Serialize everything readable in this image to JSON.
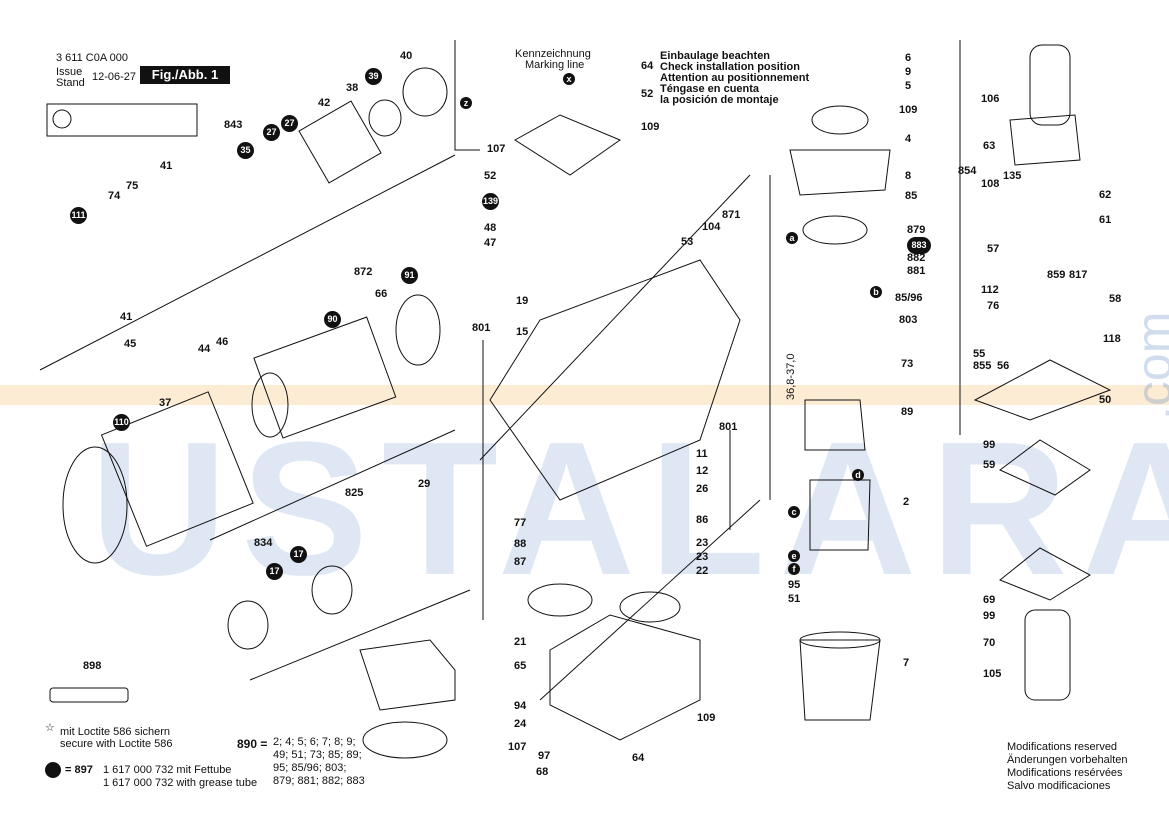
{
  "header": {
    "doc_number": "3 611 C0A 000",
    "issue_label": "Issue",
    "stand_label": "Stand",
    "issue_date": "12-06-27",
    "fig_label": "Fig./Abb. 1"
  },
  "marking": {
    "label_de": "Kennzeichnung",
    "label_en": "Marking line",
    "notes": [
      "Einbaulage beachten",
      "Check installation position",
      "Attention au positionnement",
      "Téngase en cuenta",
      "la posición de montaje"
    ]
  },
  "part_numbers": [
    "40",
    "39",
    "38",
    "42",
    "27",
    "27",
    "843",
    "35",
    "41",
    "74",
    "75",
    "111",
    "872",
    "91",
    "66",
    "90",
    "41",
    "45",
    "44",
    "46",
    "37",
    "110",
    "825",
    "29",
    "834",
    "17",
    "17",
    "64",
    "52",
    "107",
    "52",
    "139",
    "48",
    "47",
    "53",
    "104",
    "871",
    "19",
    "15",
    "801",
    "801",
    "11",
    "12",
    "26",
    "86",
    "77",
    "88",
    "87",
    "23",
    "23",
    "22",
    "21",
    "65",
    "94",
    "24",
    "107",
    "97",
    "68",
    "64",
    "109",
    "109",
    "6",
    "9",
    "5",
    "109",
    "4",
    "8",
    "85",
    "879",
    "883",
    "882",
    "881",
    "85/96",
    "803",
    "73",
    "89",
    "2",
    "95",
    "51",
    "7",
    "854",
    "108",
    "135",
    "62",
    "61",
    "57",
    "106",
    "63",
    "112",
    "76",
    "859",
    "817",
    "58",
    "118",
    "55",
    "855",
    "56",
    "50",
    "99",
    "59",
    "69",
    "99",
    "70",
    "105"
  ],
  "dimension": "36,8-37,0",
  "circled_letters": [
    "a",
    "b",
    "c",
    "d",
    "e",
    "f",
    "x",
    "z"
  ],
  "legend": {
    "tube_part": "898",
    "loctite_de": "mit Loctite 586 sichern",
    "loctite_en": "secure with Loctite 586",
    "grease_ref": "= 897",
    "grease_de": "1 617 000 732 mit Fettube",
    "grease_en": "1 617 000 732 with grease tube",
    "set_ref": "890 =",
    "set_lines": [
      "2; 4; 5; 6; 7; 8; 9;",
      "49; 51; 73; 85; 89;",
      "95; 85/96; 803;",
      "879; 881; 882; 883"
    ]
  },
  "modifications": [
    "Modifications reserved",
    "Änderungen vorbehalten",
    "Modifications resérvées",
    "Salvo modificaciones"
  ],
  "watermark": {
    "text": "USTALARA",
    "suffix": ".com"
  },
  "colors": {
    "ink": "#111111",
    "watermark_blue": "#4678be",
    "watermark_orange": "#f0aa3c"
  }
}
